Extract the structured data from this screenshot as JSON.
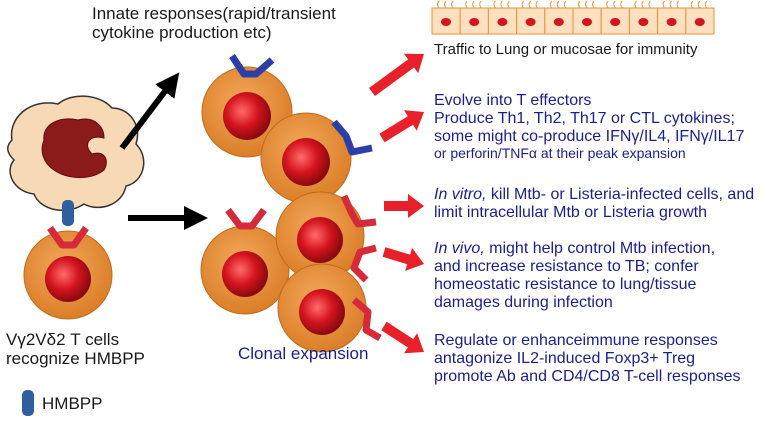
{
  "labels": {
    "innate": [
      "Innate responses(rapid/transient",
      "cytokine production etc)"
    ],
    "recognize": [
      "Vγ2Vδ2 T cells",
      "recognize HMBPP"
    ],
    "legend": "HMBPP",
    "clonal": "Clonal expansion"
  },
  "outcomes": {
    "traffic": "Traffic to Lung or mucosae for immunity",
    "effectors": {
      "line1": "Evolve into T effectors",
      "line2": "Produce Th1, Th2, Th17 or CTL cytokines;",
      "line3": "some might co-produce IFNγ/IL4, IFNγ/IL17",
      "line4": "or perforin/TNFα at their peak expansion"
    },
    "invitro": {
      "lead": "In vitro,",
      "rest": " kill Mtb- or Listeria-infected cells, and",
      "line2": "limit intracellular Mtb or Listeria growth"
    },
    "invivo": {
      "lead": "In vivo,",
      "rest": " might help control Mtb infection,",
      "line2": "and increase resistance to TB; confer",
      "line3": "homeostatic resistance to lung/tissue",
      "line4": "damages during infection"
    },
    "regulate": {
      "line1": "Regulate or enhanceimmune responses",
      "line2": "antagonize IL2-induced Foxp3+ Treg",
      "line3": "promote Ab and CD4/CD8 T-cell responses"
    }
  },
  "colors": {
    "cell_fill": "#e8923a",
    "nucleus": "#d4141e",
    "macrophage": "#f7d9b5",
    "macrophage_nucleus": "#8b1a1a",
    "receptor_red": "#d62a3a",
    "receptor_blue": "#2b3fa8",
    "hmbpp": "#2f5f9e",
    "arrow_red": "#e8202a",
    "arrow_black": "#000000",
    "text_blue": "#1a1f8c"
  }
}
